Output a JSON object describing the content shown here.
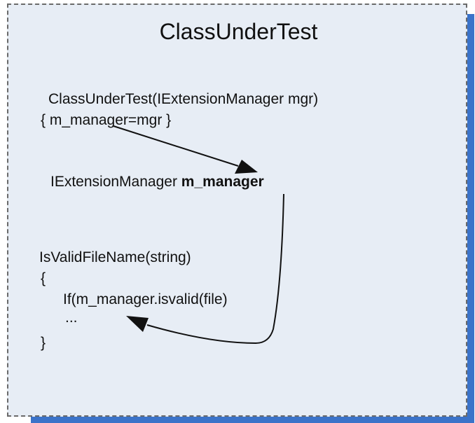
{
  "diagram": {
    "title": "ClassUnderTest",
    "constructor": {
      "signature": "ClassUnderTest(IExtensionManager mgr)",
      "body": "{ m_manager=mgr }"
    },
    "field": {
      "type": "IExtensionManager",
      "name": "m_manager"
    },
    "method": {
      "signature": "IsValidFileName(string)",
      "open_brace": "{",
      "line1": "If(m_manager.isvalid(file)",
      "line2": "...",
      "close_brace": "}"
    },
    "colors": {
      "box_fill": "#e7edf5",
      "box_border": "#6a6a6a",
      "shadow": "#3b73c9",
      "text": "#111111"
    }
  }
}
